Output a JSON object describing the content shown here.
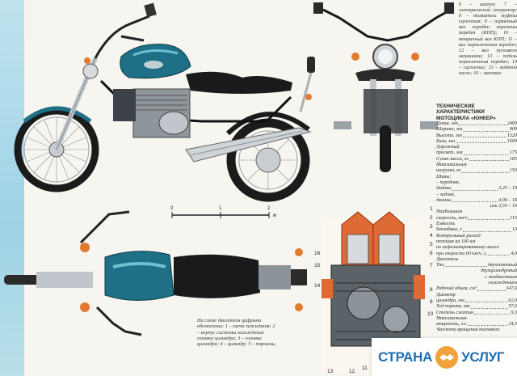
{
  "colors": {
    "tank": "#1f6f86",
    "tank_light": "#5bb2c5",
    "chrome": "#b9bfc4",
    "dark": "#1b1b1b",
    "engine_red": "#e06a34",
    "accent_blue": "#1f6fb5",
    "accent_orange": "#f0a23b"
  },
  "intro_text": "6 – шатун; 7 – электрический генератор; 8 – толкатель муфты сцепления; 9 – первичный вал коробки перемены передач (КПП); 10 – вторичный вал КПП; 11 – вал переключения передач; 12 – вал пускового механизма; 13 – педаль переключения передач; 14 – сцепление; 15 – водяной насос; 16 – маховик.",
  "specs": {
    "title": "ТЕХНИЧЕСКИЕ ХАРАКТЕРИСТИКИ МОТОЦИКЛА «ЮНКЕР»",
    "rows": [
      {
        "label": "Длина, мм",
        "value": "2400"
      },
      {
        "label": "Ширина, мм",
        "value": "900"
      },
      {
        "label": "Высота, мм",
        "value": "1520"
      },
      {
        "label": "База, мм",
        "value": "1600"
      },
      {
        "label": "Дорожный",
        "value": ""
      },
      {
        "label": "просвет, мм",
        "value": "175"
      },
      {
        "label": "Сухая масса, кг",
        "value": "185"
      },
      {
        "label": "Максимальная",
        "value": ""
      },
      {
        "label": "нагрузка, кг",
        "value": "150"
      },
      {
        "label": "Шины:",
        "value": ""
      },
      {
        "label": "– передняя,",
        "value": ""
      },
      {
        "label": "дюймы",
        "value": "3,25 – 19"
      },
      {
        "label": "– задняя,",
        "value": ""
      },
      {
        "label": "дюймы",
        "value": "4,00 – 16"
      },
      {
        "label": "",
        "value": "или 3,50 – 16"
      },
      {
        "label": "Наибольшая",
        "value": ""
      },
      {
        "label": "скорость, км/ч",
        "value": "115"
      },
      {
        "label": "Емкость",
        "value": ""
      },
      {
        "label": "бензобака, л",
        "value": "13"
      },
      {
        "label": "Контрольный расход",
        "value": ""
      },
      {
        "label": "топлива на 100 км",
        "value": ""
      },
      {
        "label": "по асфальтированному шоссе",
        "value": ""
      },
      {
        "label": "при скорости 60 км/ч, л",
        "value": "4,0"
      },
      {
        "label": "Двигатель",
        "value": ""
      },
      {
        "label": "Тип",
        "value": "двухтактный"
      },
      {
        "label": "",
        "value": "двухцилиндровый"
      },
      {
        "label": "",
        "value": "с жидкостным"
      },
      {
        "label": "",
        "value": "охлаждением"
      },
      {
        "label": "Рабочий объем, см³",
        "value": "347,6"
      },
      {
        "label": "Диаметр",
        "value": ""
      },
      {
        "label": "цилиндра, мм",
        "value": "62,0"
      },
      {
        "label": "Ход поршня, мм",
        "value": "57,6"
      },
      {
        "label": "Степень сжатия",
        "value": "9,3"
      },
      {
        "label": "Максимальная",
        "value": ""
      },
      {
        "label": "мощность, л.с.",
        "value": "24,5"
      },
      {
        "label": "Частота вращения коленвала",
        "value": ""
      }
    ]
  },
  "caption": "На схеме двигателя цифрами обозначены: 1 – свеча зажигания; 2 – корпус системы охлаждения головки цилиндра; 3 – головка цилиндра; 4 – цилиндр; 5 – поршень;",
  "scale": {
    "zero": "0",
    "one": "1",
    "two": "2",
    "unit": "м"
  },
  "callouts": [
    "1",
    "2",
    "3",
    "4",
    "5",
    "6",
    "7",
    "8",
    "9",
    "10",
    "11",
    "12",
    "13",
    "14",
    "15",
    "16"
  ],
  "watermark": {
    "left": "СТРАНА",
    "right": "УСЛУГ"
  }
}
